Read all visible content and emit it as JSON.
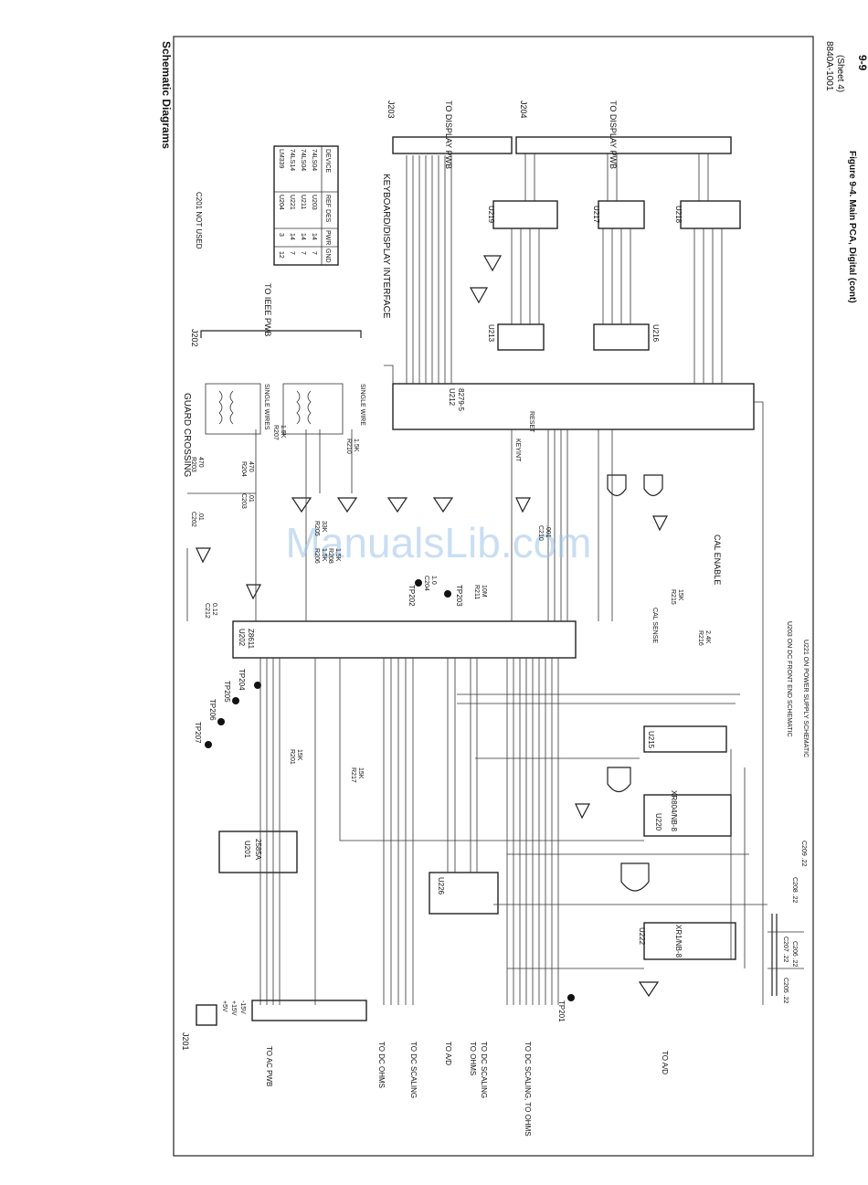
{
  "header": {
    "page_number": "9-9",
    "section": "Schematic Diagrams",
    "doc_id": "8840A-1001",
    "sheet": "(Sheet 4)",
    "figure_caption": "Figure 9-4. Main PCA, Digital (cont)"
  },
  "watermark": "ManualsLib.com",
  "sections": {
    "guard_crossing": "GUARD CROSSING",
    "keyboard_display": "KEYBOARD/DISPLAY INTERFACE"
  },
  "connectors": [
    {
      "ref": "J201"
    },
    {
      "ref": "J202",
      "dest": "TO IEEE PWB"
    },
    {
      "ref": "J203",
      "dest": "TO DISPLAY PWB"
    },
    {
      "ref": "J204",
      "dest": "TO DISPLAY PWB"
    }
  ],
  "ics": [
    {
      "ref": "U201",
      "part": "2585A"
    },
    {
      "ref": "U202",
      "part": "Z8611"
    },
    {
      "ref": "U212",
      "part": "8279-5"
    },
    {
      "ref": "U213"
    },
    {
      "ref": "U215"
    },
    {
      "ref": "U216"
    },
    {
      "ref": "U217"
    },
    {
      "ref": "U218"
    },
    {
      "ref": "U219"
    },
    {
      "ref": "U220",
      "part": "XR804/NB-8"
    },
    {
      "ref": "U222",
      "part": "XR1/NB-8"
    },
    {
      "ref": "U226"
    }
  ],
  "test_points": [
    "TP207",
    "TP206",
    "TP205",
    "TP204",
    "TP202",
    "TP203",
    "TP201"
  ],
  "passives": [
    {
      "ref": "R201",
      "value": "15K"
    },
    {
      "ref": "R203",
      "value": "470"
    },
    {
      "ref": "R204",
      "value": "470"
    },
    {
      "ref": "R205",
      "value": "33K"
    },
    {
      "ref": "R206",
      "value": "1.5K"
    },
    {
      "ref": "R207",
      "value": "1.5K"
    },
    {
      "ref": "R208",
      "value": "1.5K"
    },
    {
      "ref": "R210",
      "value": "1.5K"
    },
    {
      "ref": "R211",
      "value": "10M"
    },
    {
      "ref": "R215",
      "value": "15K"
    },
    {
      "ref": "R216",
      "value": "2.4K"
    },
    {
      "ref": "R217",
      "value": "15K"
    },
    {
      "ref": "C202",
      "value": ".01"
    },
    {
      "ref": "C203",
      "value": ".01"
    },
    {
      "ref": "C204",
      "value": "1.0"
    },
    {
      "ref": "C210",
      "value": ".001"
    },
    {
      "ref": "C212",
      "value": "0.12"
    }
  ],
  "bypass_caps": [
    "C205 .22",
    "C206 .22",
    "C207 .22",
    "C208 .22",
    "C209 .22"
  ],
  "table": {
    "headers": [
      "DEVICE",
      "REF DES",
      "PWR",
      "GND"
    ],
    "rows": [
      [
        "74LS04",
        "U203",
        "14",
        "7"
      ],
      [
        "74LS04",
        "U211",
        "14",
        "7"
      ],
      [
        "74LS14",
        "U221",
        "14",
        "7"
      ],
      [
        "LM339",
        "U204",
        "3",
        "12"
      ]
    ],
    "note": "C201 NOT USED"
  },
  "left_labels": [
    "TO AC PWB",
    "TO DC OHMS",
    "TO DC SCALING",
    "TO A/D",
    "TO OHMS",
    "TO DC SCALING",
    "TO DC SCALING, TO OHMS",
    "TO A/D"
  ],
  "j201_pins": [
    "+5V",
    "+15V",
    "-15V"
  ],
  "misc_labels": [
    "CAL ENABLE",
    "CAL SENSE",
    "SINGLE WIRES",
    "SINGLE WIRE",
    "KEYINT",
    "RESET"
  ],
  "gate_notes": [
    "U203 ON DC FRONT END SCHEMATIC",
    "U221 ON POWER SUPPLY SCHEMATIC"
  ]
}
